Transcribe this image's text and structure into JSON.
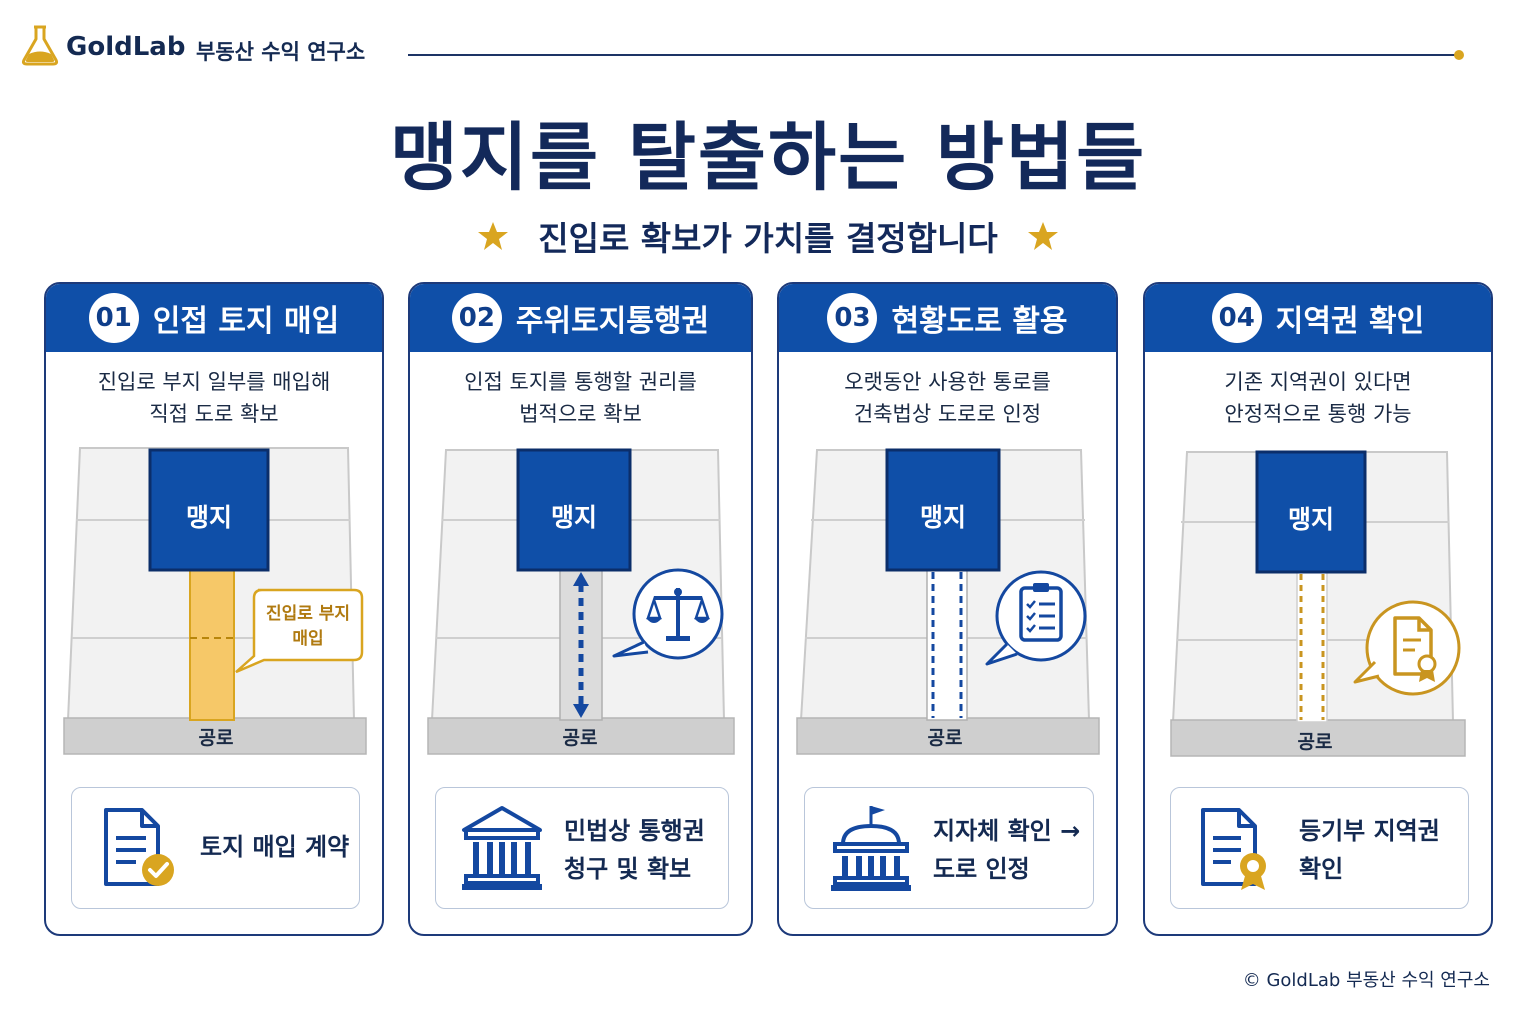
{
  "header": {
    "brand_name": "GoldLab",
    "brand_sub": "부동산 수익 연구소"
  },
  "title": "맹지를 탈출하는 방법들",
  "subtitle": "진입로 확보가 가치를 결정합니다",
  "colors": {
    "navy": "#13295a",
    "blue": "#0f4fa8",
    "gold": "#d9a520",
    "road": "#cfcfcf"
  },
  "cards": [
    {
      "num": "01",
      "title": "인접 토지 매입",
      "desc": [
        "진입로 부지 일부를 매입해",
        "직접 도로 확보"
      ],
      "plot_label": "맹지",
      "road_label": "공로",
      "callout": [
        "진입로 부지",
        "매입"
      ],
      "bottom": [
        "토지 매입 계약"
      ],
      "bottom_icon": "document-check-icon"
    },
    {
      "num": "02",
      "title": "주위토지통행권",
      "desc": [
        "인접 토지를 통행할 권리를",
        "법적으로 확보"
      ],
      "plot_label": "맹지",
      "road_label": "공로",
      "bubble_icon": "scales-icon",
      "bottom": [
        "민법상 통행권",
        "청구 및 확보"
      ],
      "bottom_icon": "courthouse-icon"
    },
    {
      "num": "03",
      "title": "현황도로 활용",
      "desc": [
        "오랫동안 사용한 통로를",
        "건축법상 도로로 인정"
      ],
      "plot_label": "맹지",
      "road_label": "공로",
      "bubble_icon": "clipboard-icon",
      "bottom": [
        "지자체 확인 →",
        "도로 인정"
      ],
      "bottom_icon": "city-hall-icon"
    },
    {
      "num": "04",
      "title": "지역권 확인",
      "desc": [
        "기존 지역권이 있다면",
        "안정적으로 통행 가능"
      ],
      "plot_label": "맹지",
      "road_label": "공로",
      "bubble_icon": "certificate-icon",
      "bottom": [
        "등기부 지역권",
        "확인"
      ],
      "bottom_icon": "document-award-icon"
    }
  ],
  "footer": "© GoldLab 부동산 수익 연구소"
}
